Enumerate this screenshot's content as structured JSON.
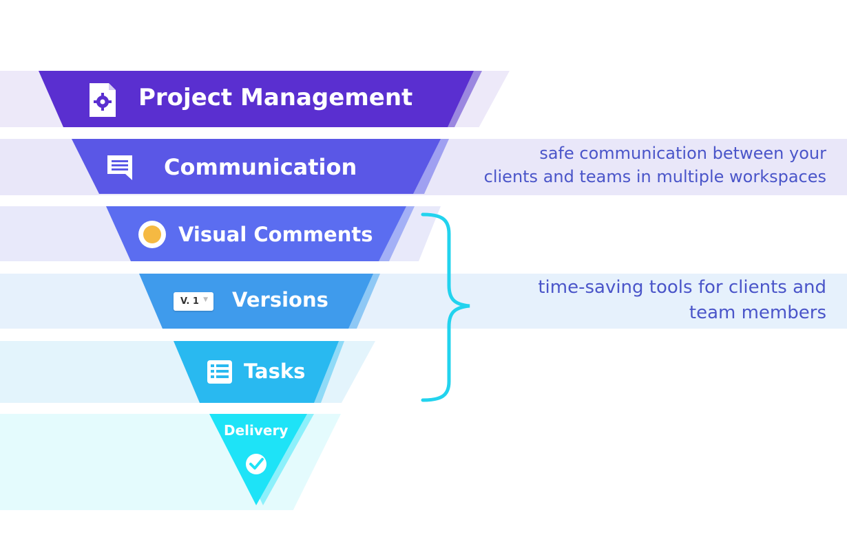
{
  "funnel": {
    "stages": [
      {
        "id": "project-management",
        "label": "Project Management",
        "icon": "gear-document-icon",
        "color": "#5a2fd0"
      },
      {
        "id": "communication",
        "label": "Communication",
        "icon": "chat-bubble-icon",
        "color": "#5a57e6"
      },
      {
        "id": "visual-comments",
        "label": "Visual Comments",
        "icon": "orange-dot-icon",
        "color": "#5b6df0"
      },
      {
        "id": "versions",
        "label": "Versions",
        "icon": "version-select-icon",
        "color": "#3f9bec",
        "version_value": "V. 1"
      },
      {
        "id": "tasks",
        "label": "Tasks",
        "icon": "task-list-icon",
        "color": "#29b9f0"
      },
      {
        "id": "delivery",
        "label": "Delivery",
        "icon": "check-circle-icon",
        "color": "#1ee3f7"
      }
    ]
  },
  "annotations": {
    "communication_note": {
      "line1": "safe communication between your",
      "line2": "clients and teams in multiple workspaces"
    },
    "tools_note": {
      "line1": "time-saving tools for clients and",
      "line2": "team members"
    }
  },
  "colors": {
    "note_text": "#4a55c9",
    "brace": "#22d3ee",
    "dot": "#f5b942"
  }
}
